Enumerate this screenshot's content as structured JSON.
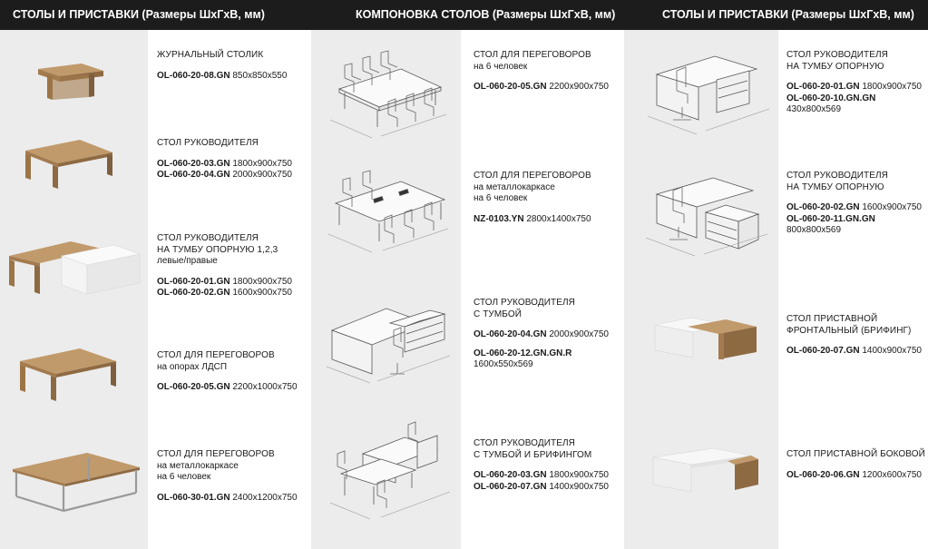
{
  "headers": {
    "left": "СТОЛЫ И ПРИСТАВКИ (Размеры ШхГхВ, мм)",
    "middle": "КОМПОНОВКА СТОЛОВ (Размеры ШхГхВ, мм)",
    "right": "СТОЛЫ И ПРИСТАВКИ (Размеры ШхГхВ, мм)"
  },
  "left_column": [
    {
      "title": "ЖУРНАЛЬНЫЙ СТОЛИК",
      "codes": [
        {
          "code": "OL-060-20-08.GN",
          "size": "850x850x550"
        }
      ]
    },
    {
      "title": "СТОЛ РУКОВОДИТЕЛЯ",
      "codes": [
        {
          "code": "OL-060-20-03.GN",
          "size": "1800x900x750"
        },
        {
          "code": "OL-060-20-04.GN",
          "size": "2000x900x750"
        }
      ]
    },
    {
      "title1": "СТОЛ РУКОВОДИТЕЛЯ",
      "title2": "НА ТУМБУ ОПОРНУЮ 1,2,3",
      "sub": "левые/правые",
      "codes": [
        {
          "code": "OL-060-20-01.GN",
          "size": "1800x900x750"
        },
        {
          "code": "OL-060-20-02.GN",
          "size": "1600x900x750"
        }
      ]
    },
    {
      "title": "СТОЛ ДЛЯ ПЕРЕГОВОРОВ",
      "sub": "на опорах ЛДСП",
      "codes": [
        {
          "code": "OL-060-20-05.GN",
          "size": "2200x1000x750"
        }
      ]
    },
    {
      "title": "СТОЛ ДЛЯ ПЕРЕГОВОРОВ",
      "sub1": "на металлокаркасе",
      "sub2": "на 6 человек",
      "codes": [
        {
          "code": "OL-060-30-01.GN",
          "size": "2400x1200x750"
        }
      ]
    }
  ],
  "middle_column": [
    {
      "title": "СТОЛ ДЛЯ ПЕРЕГОВОРОВ",
      "sub": "на 6 человек",
      "codes": [
        {
          "code": "OL-060-20-05.GN",
          "size": "2200x900x750"
        }
      ]
    },
    {
      "title": "СТОЛ ДЛЯ ПЕРЕГОВОРОВ",
      "sub1": "на металлокаркасе",
      "sub2": "на 6 человек",
      "codes": [
        {
          "code": "NZ-0103.YN",
          "size": "2800x1400x750"
        }
      ]
    },
    {
      "title1": "СТОЛ РУКОВОДИТЕЛЯ",
      "title2": "С ТУМБОЙ",
      "codes": [
        {
          "code": "OL-060-20-04.GN",
          "size": "2000x900x750"
        },
        {
          "code": "OL-060-20-12.GN.GN.R",
          "size": "1600x550x569"
        }
      ]
    },
    {
      "title1": "СТОЛ РУКОВОДИТЕЛЯ",
      "title2": "С ТУМБОЙ И БРИФИНГОМ",
      "codes": [
        {
          "code": "OL-060-20-03.GN",
          "size": "1800x900x750"
        },
        {
          "code": "OL-060-20-07.GN",
          "size": "1400x900x750"
        }
      ]
    }
  ],
  "right_column": [
    {
      "title1": "СТОЛ РУКОВОДИТЕЛЯ",
      "title2": "НА ТУМБУ ОПОРНУЮ",
      "codes": [
        {
          "code": "OL-060-20-01.GN",
          "size": "1800x900x750"
        },
        {
          "code": "OL-060-20-10.GN.GN",
          "size": "430x800x569"
        }
      ]
    },
    {
      "title1": "СТОЛ РУКОВОДИТЕЛЯ",
      "title2": "НА ТУМБУ ОПОРНУЮ",
      "codes": [
        {
          "code": "OL-060-20-02.GN",
          "size": "1600x900x750"
        },
        {
          "code": "OL-060-20-11.GN.GN",
          "size": "800x800x569"
        }
      ]
    },
    {
      "title1": "СТОЛ ПРИСТАВНОЙ",
      "title2": "ФРОНТАЛЬНЫЙ (БРИФИНГ)",
      "codes": [
        {
          "code": "OL-060-20-07.GN",
          "size": "1400x900x750"
        }
      ]
    },
    {
      "title": "СТОЛ ПРИСТАВНОЙ БОКОВОЙ",
      "codes": [
        {
          "code": "OL-060-20-06.GN",
          "size": "1200x600x750"
        }
      ]
    }
  ],
  "colors": {
    "header_bg": "#1c1c1c",
    "panel_gray": "#ececec",
    "wood": "#a9855e",
    "wood_dark": "#7d5f3f",
    "white_part": "#f6f6f6"
  }
}
